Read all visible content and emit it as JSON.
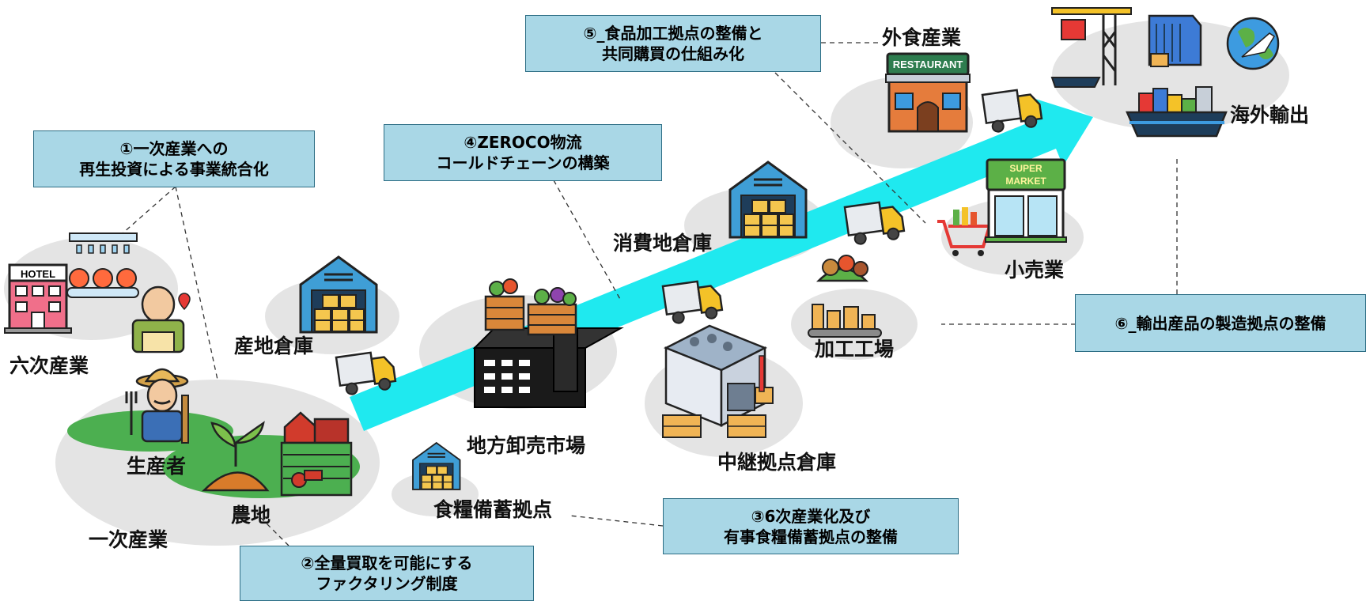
{
  "colors": {
    "arrow": "#1fe9ef",
    "callout_fill": "#a9d7e6",
    "callout_border": "#2c6d84",
    "ellipse": "#e4e4e4",
    "field_green": "#4caf50"
  },
  "callouts": [
    {
      "id": "c1",
      "text": "①一次産業への\n再生投資による事業統合化"
    },
    {
      "id": "c2",
      "text": "②全量買取を可能にする\nファクタリング制度"
    },
    {
      "id": "c3",
      "text": "③6次産業化及び\n有事食糧備蓄拠点の整備"
    },
    {
      "id": "c4",
      "text": "④ZEROCO物流\nコールドチェーンの構築"
    },
    {
      "id": "c5",
      "text": "⑤_食品加工拠点の整備と\n共同購買の仕組み化"
    },
    {
      "id": "c6",
      "text": "⑥_輸出産品の製造拠点の整備"
    }
  ],
  "labels": {
    "rokuji": "六次産業",
    "seisansha": "生産者",
    "nouchi": "農地",
    "ichiji": "一次産業",
    "sanchi_souko": "産地倉庫",
    "chihou_oroshiuri": "地方卸売市場",
    "shokuryou_bichiku": "食糧備蓄拠点",
    "shouhichi_souko": "消費地倉庫",
    "chuukei_souko": "中継拠点倉庫",
    "kakou_koujou": "加工工場",
    "gaishoku": "外食産業",
    "kouri": "小売業",
    "kaigai_yushutsu": "海外輸出"
  },
  "icons": {
    "hotel_sign": "HOTEL",
    "restaurant_sign": "RESTAURANT",
    "supermarket_sign_1": "SUPER",
    "supermarket_sign_2": "MARKET"
  }
}
